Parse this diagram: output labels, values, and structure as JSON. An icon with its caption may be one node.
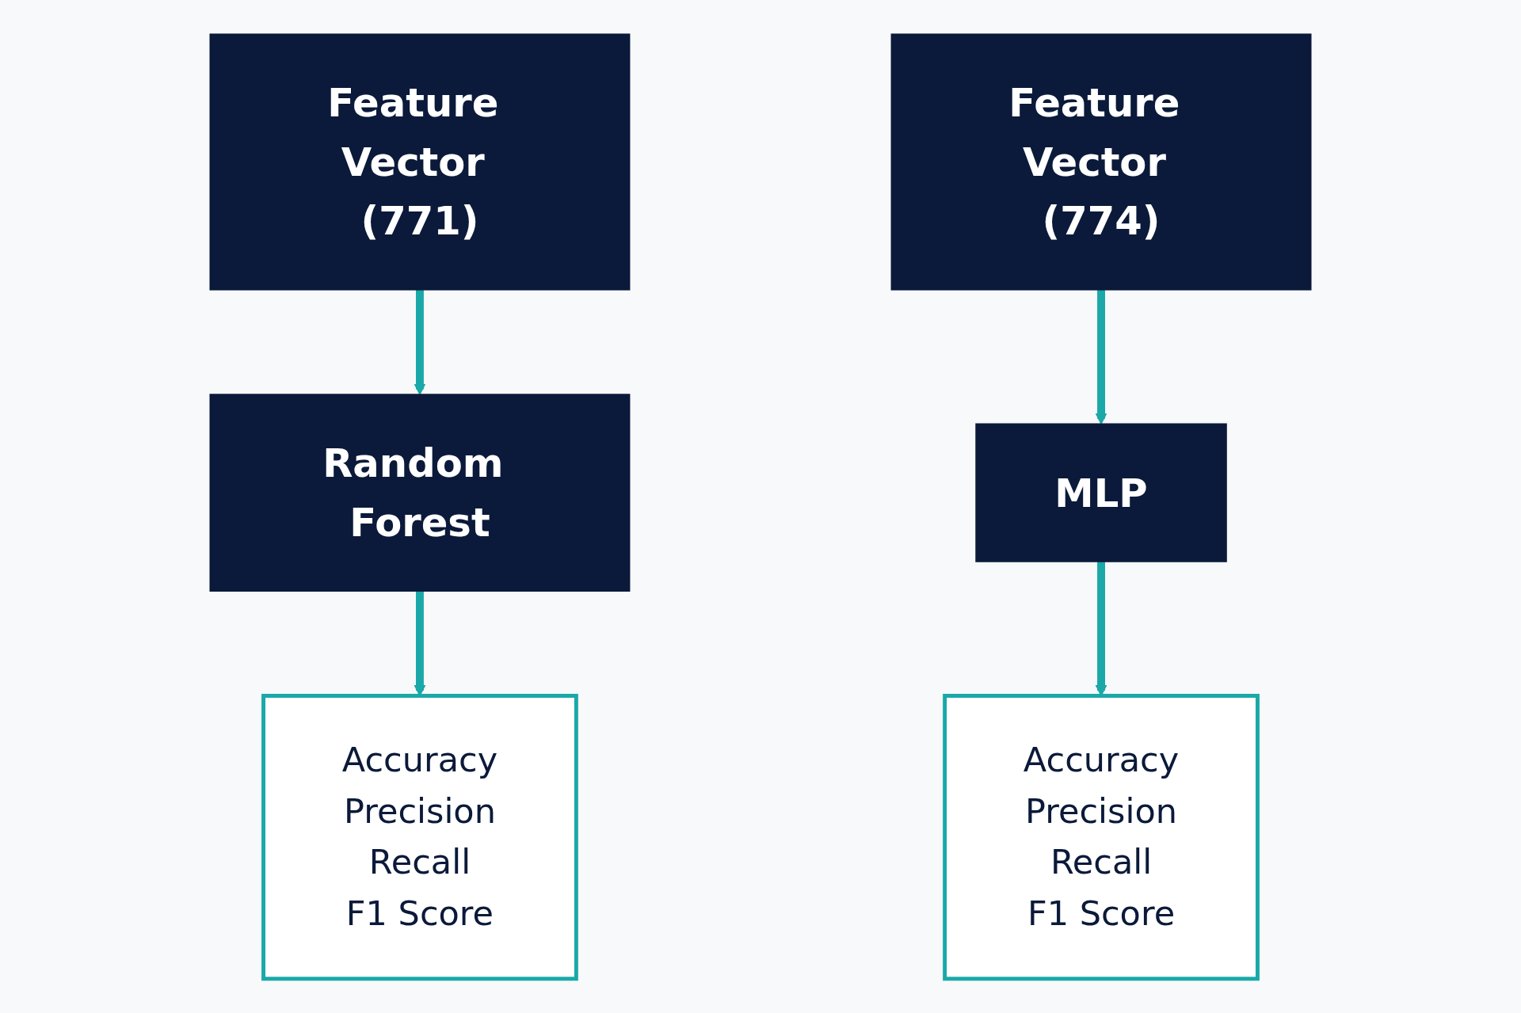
{
  "diagram": {
    "nodes": [
      {
        "text": [
          "Feature Vector (771)"
        ]
      },
      {
        "text": [
          "Random Forest"
        ]
      },
      {
        "text": [
          "Accuracy",
          "Precision",
          "Recall",
          "F1 Score"
        ]
      },
      {
        "text": [
          "Feature Vector (774)"
        ]
      },
      {
        "text": [
          "MLP"
        ]
      },
      {
        "text": [
          "Accuracy",
          "Precision",
          "Recall",
          "F1 Score"
        ]
      }
    ],
    "edges": [
      {
        "from": 0,
        "to": 1,
        "arrow": "to"
      },
      {
        "from": 1,
        "to": 2,
        "arrow": "to"
      },
      {
        "from": 3,
        "to": 4,
        "arrow": "to"
      },
      {
        "from": 4,
        "to": 5,
        "arrow": "to"
      }
    ]
  }
}
